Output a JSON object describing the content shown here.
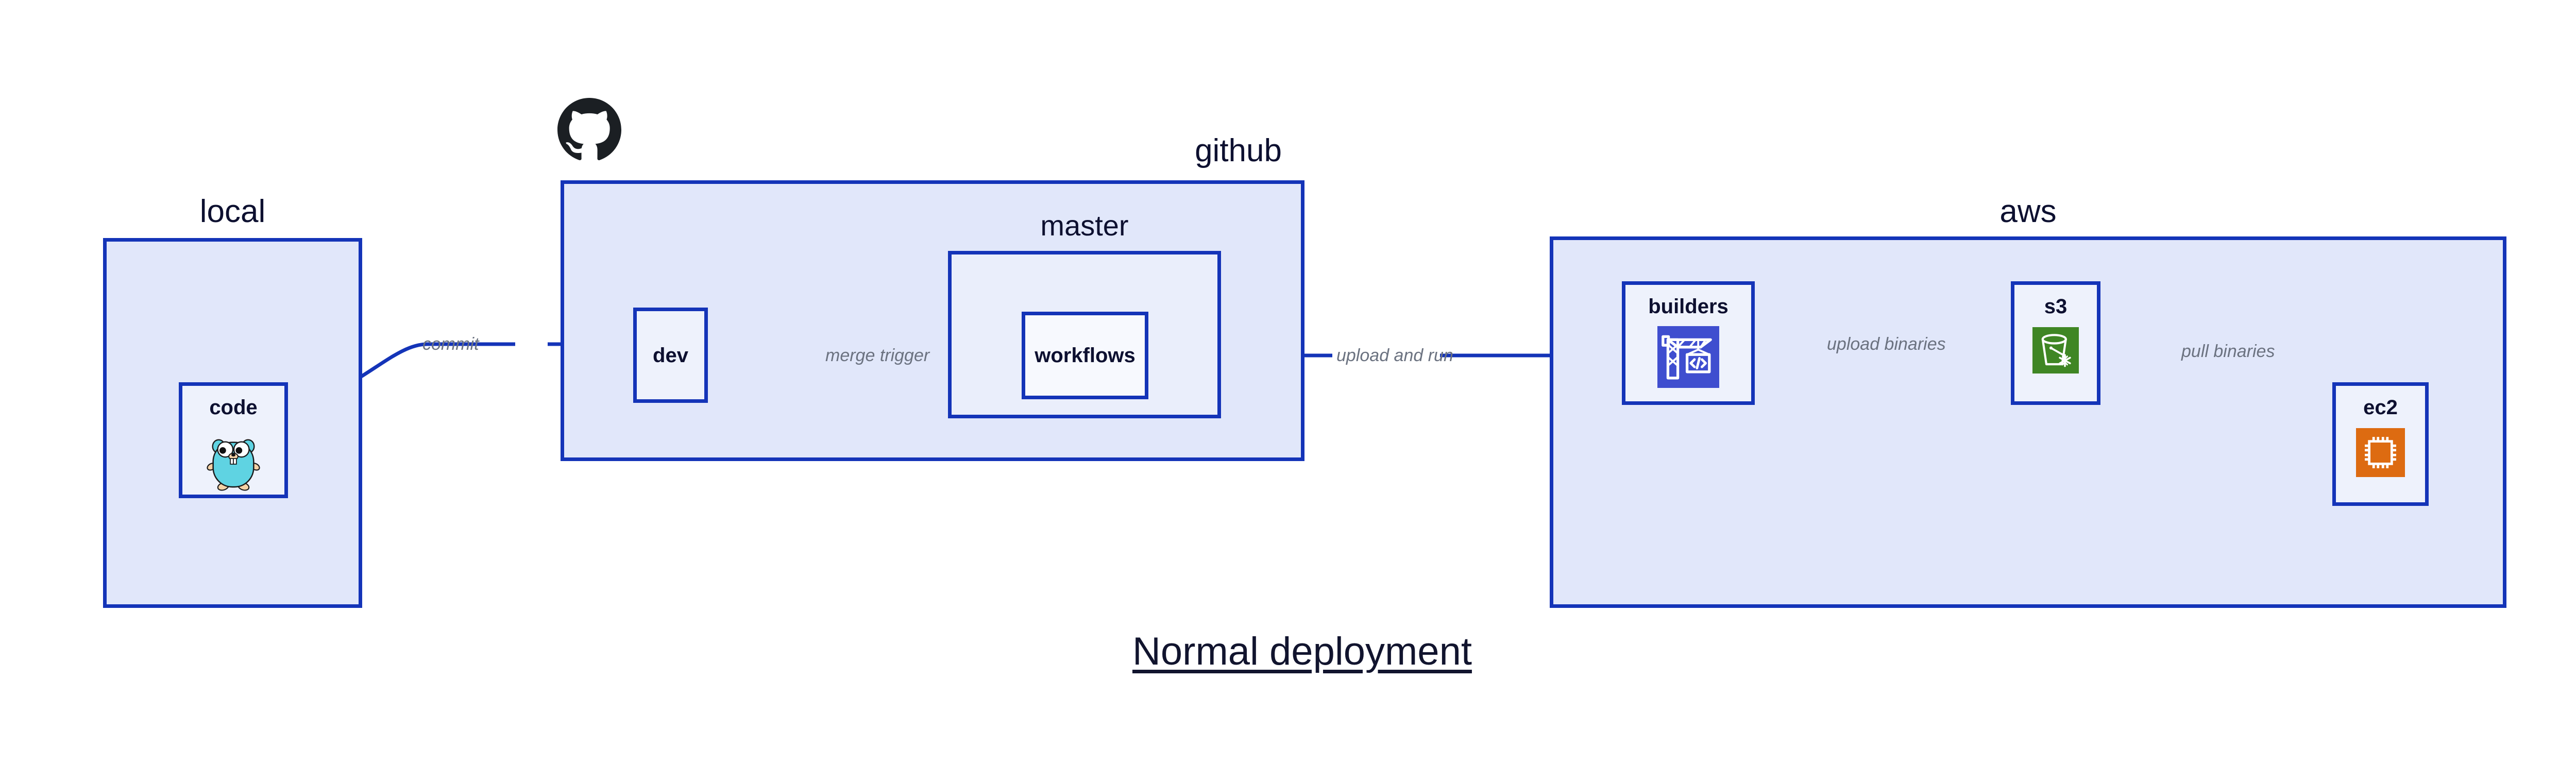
{
  "diagram": {
    "title": "Normal deployment",
    "colors": {
      "group_border": "#1434b8",
      "group_fill": "#e1e7fa",
      "group_fill_nested": "#eaeefb",
      "node_fill": "#eef2fc",
      "node_fill_plain": "#f7f9fe",
      "edge_stroke": "#1434b8",
      "edge_label_text": "#6b7280",
      "label_text": "#0d1030",
      "title_text": "#11142e",
      "builders_icon_bg": "#3f4ecf",
      "s3_icon_bg": "#3f8624",
      "ec2_icon_bg": "#dd6b11",
      "gopher_body": "#5fd3e2",
      "gopher_foot": "#f5d2a6",
      "github_logo": "#1b1f23"
    },
    "groups": [
      {
        "id": "local",
        "label": "local",
        "label_align": "center"
      },
      {
        "id": "github",
        "label": "github",
        "label_align": "right"
      },
      {
        "id": "master",
        "label": "master",
        "label_align": "center"
      },
      {
        "id": "aws",
        "label": "aws",
        "label_align": "center"
      }
    ],
    "nodes": [
      {
        "id": "code",
        "label": "code",
        "icon": "go-gopher-icon"
      },
      {
        "id": "dev",
        "label": "dev",
        "icon": null
      },
      {
        "id": "workflows",
        "label": "workflows",
        "icon": null
      },
      {
        "id": "builders",
        "label": "builders",
        "icon": "aws-crane-build-icon"
      },
      {
        "id": "s3",
        "label": "s3",
        "icon": "aws-s3-bucket-icon"
      },
      {
        "id": "ec2",
        "label": "ec2",
        "icon": "aws-ec2-chip-icon"
      }
    ],
    "edges": [
      {
        "id": "commit",
        "label": "commit",
        "from": "code",
        "to": "dev"
      },
      {
        "id": "merge-trigger",
        "label": "merge trigger",
        "from": "dev",
        "to": "workflows"
      },
      {
        "id": "upload-and-run",
        "label": "upload and run",
        "from": "workflows",
        "to": "builders"
      },
      {
        "id": "upload-binaries",
        "label": "upload binaries",
        "from": "builders",
        "to": "s3"
      },
      {
        "id": "pull-binaries",
        "label": "pull binaries",
        "from": "s3",
        "to": "ec2"
      }
    ],
    "logos": [
      {
        "id": "github-logo",
        "name": "github-octocat-logo"
      }
    ]
  }
}
